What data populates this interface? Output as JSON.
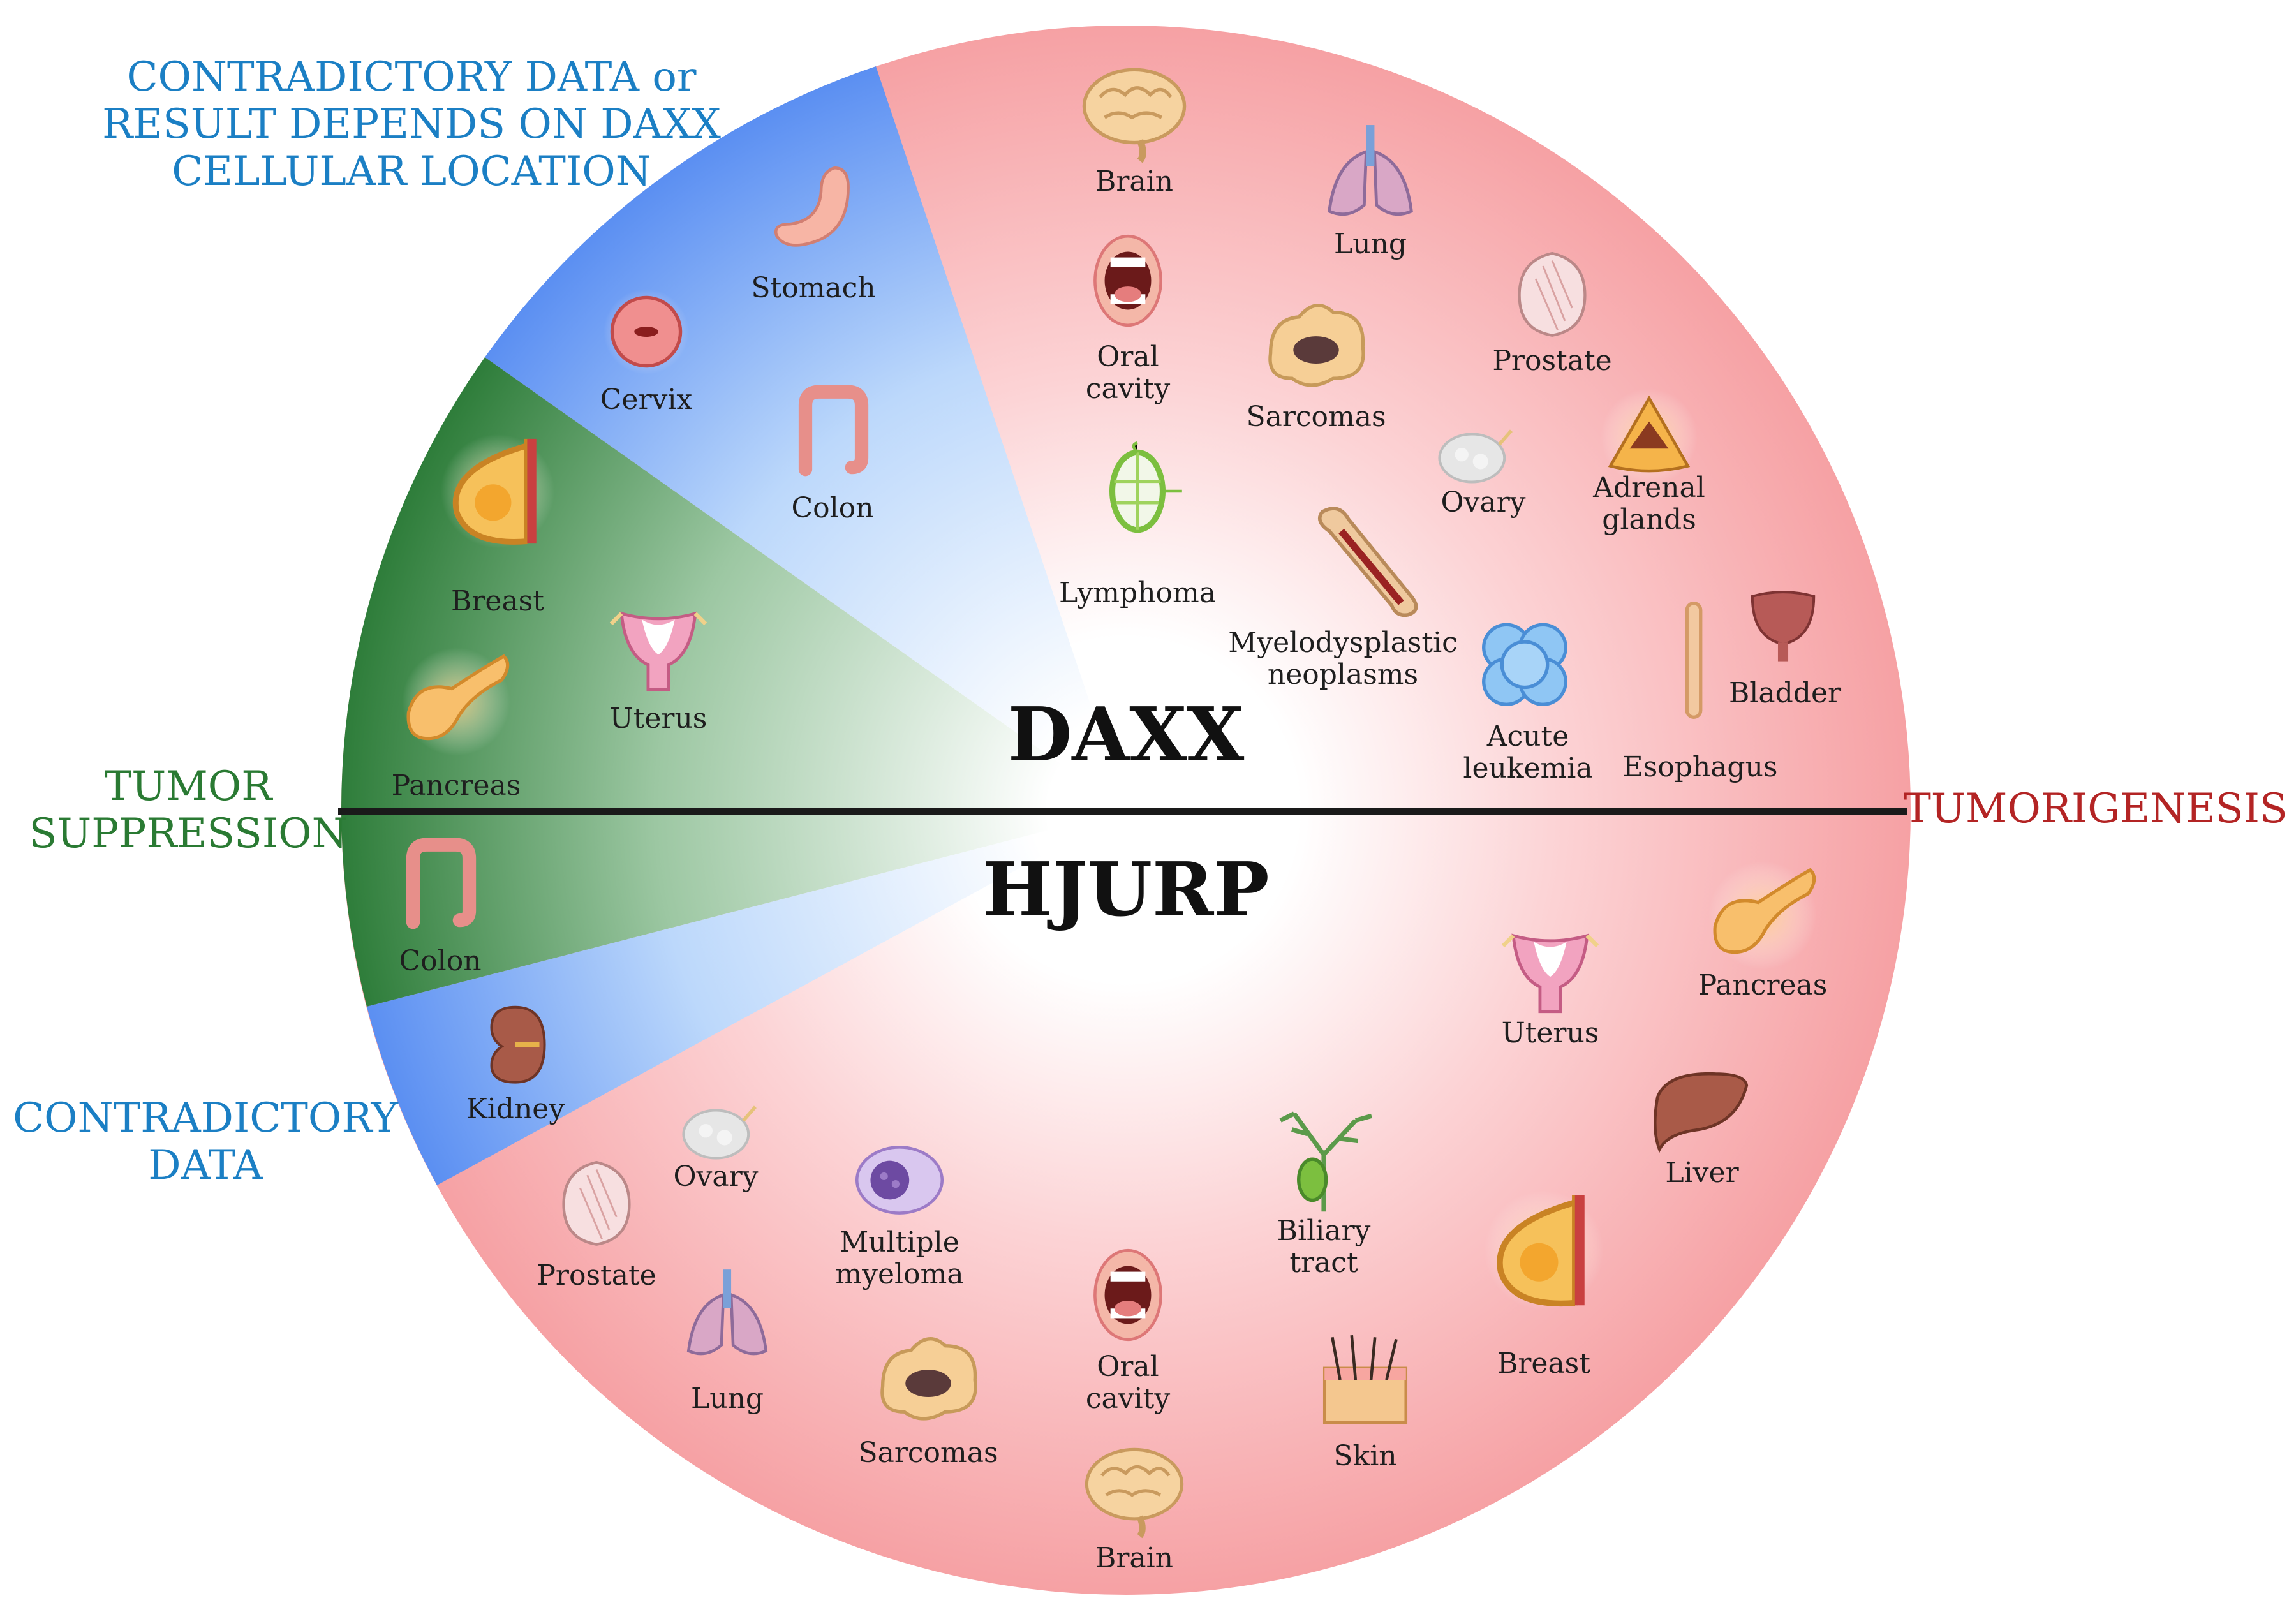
{
  "colors": {
    "tumorigenesis": "#f6a3a6",
    "tumor_suppression": "#2e7d3a",
    "contradictory": "#5b8ff2",
    "side_blue": "#1b7fc4",
    "side_green": "#2a7a33",
    "side_red": "#b32424"
  },
  "side_labels": {
    "top_left": [
      "CONTRADICTORY DATA or",
      "RESULT DEPENDS ON DAXX",
      "CELLULAR LOCATION"
    ],
    "tumor_suppression": [
      "TUMOR",
      "SUPPRESSION"
    ],
    "tumorigenesis": "TUMORIGENESIS",
    "bottom_left": [
      "CONTRADICTORY",
      "DATA"
    ]
  },
  "center": {
    "top": "DAXX",
    "bottom": "HJURP"
  },
  "daxx": {
    "contradictory": [
      {
        "label": "Stomach",
        "icon": "stomach-icon"
      },
      {
        "label": "Cervix",
        "icon": "cervix-icon"
      },
      {
        "label": "Colon",
        "icon": "colon-icon"
      }
    ],
    "suppression": [
      {
        "label": "Breast",
        "icon": "breast-icon"
      },
      {
        "label": "Uterus",
        "icon": "uterus-icon"
      },
      {
        "label": "Pancreas",
        "icon": "pancreas-icon"
      }
    ],
    "tumorigenesis": [
      {
        "label": "Brain",
        "icon": "brain-icon"
      },
      {
        "label": "Lung",
        "icon": "lung-icon"
      },
      {
        "label": "Oral\ncavity",
        "icon": "mouth-icon"
      },
      {
        "label": "Prostate",
        "icon": "prostate-icon"
      },
      {
        "label": "Sarcomas",
        "icon": "sarcoma-icon"
      },
      {
        "label": "Ovary",
        "icon": "ovary-icon"
      },
      {
        "label": "Adrenal\nglands",
        "icon": "adrenal-icon"
      },
      {
        "label": "Lymphoma",
        "icon": "lymph-node-icon"
      },
      {
        "label": "Myelodysplastic\nneoplasms",
        "icon": "bone-icon"
      },
      {
        "label": "Acute\nleukemia",
        "icon": "blood-cells-icon"
      },
      {
        "label": "Esophagus",
        "icon": "esophagus-icon"
      },
      {
        "label": "Bladder",
        "icon": "bladder-icon"
      }
    ]
  },
  "hjurp": {
    "suppression": [
      {
        "label": "Colon",
        "icon": "colon-icon"
      }
    ],
    "contradictory": [
      {
        "label": "Kidney",
        "icon": "kidney-icon"
      }
    ],
    "tumorigenesis": [
      {
        "label": "Pancreas",
        "icon": "pancreas-icon"
      },
      {
        "label": "Uterus",
        "icon": "uterus-icon"
      },
      {
        "label": "Liver",
        "icon": "liver-icon"
      },
      {
        "label": "Biliary\ntract",
        "icon": "biliary-icon"
      },
      {
        "label": "Breast",
        "icon": "breast-icon"
      },
      {
        "label": "Ovary",
        "icon": "ovary-icon"
      },
      {
        "label": "Multiple\nmyeloma",
        "icon": "myeloma-cell-icon"
      },
      {
        "label": "Prostate",
        "icon": "prostate-icon"
      },
      {
        "label": "Lung",
        "icon": "lung-icon"
      },
      {
        "label": "Sarcomas",
        "icon": "sarcoma-icon"
      },
      {
        "label": "Oral\ncavity",
        "icon": "mouth-icon"
      },
      {
        "label": "Skin",
        "icon": "skin-icon"
      },
      {
        "label": "Brain",
        "icon": "brain-icon"
      }
    ]
  }
}
